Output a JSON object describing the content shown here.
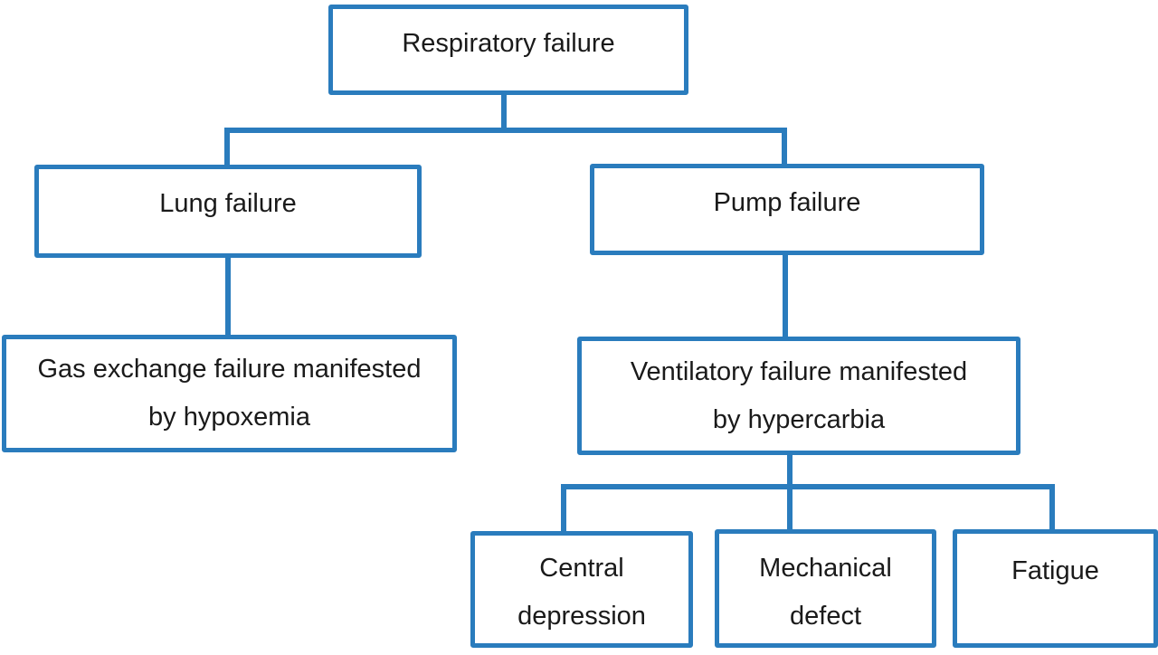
{
  "diagram": {
    "type": "flowchart",
    "accent_color": "#2a7cbd",
    "text_color": "#1a1a1a",
    "background_color": "#ffffff",
    "nodes": {
      "respiratory_failure": {
        "label": "Respiratory failure"
      },
      "lung_failure": {
        "label": "Lung failure"
      },
      "pump_failure": {
        "label": "Pump failure"
      },
      "gas_exchange_failure": {
        "label": "Gas exchange failure manifested by hypoxemia"
      },
      "ventilatory_failure": {
        "label": "Ventilatory failure manifested by hypercarbia"
      },
      "central_depression": {
        "label": "Central depression"
      },
      "mechanical_defect": {
        "label": "Mechanical defect"
      },
      "fatigue": {
        "label": "Fatigue"
      }
    },
    "edges": [
      {
        "from": "respiratory_failure",
        "to": "lung_failure"
      },
      {
        "from": "respiratory_failure",
        "to": "pump_failure"
      },
      {
        "from": "lung_failure",
        "to": "gas_exchange_failure"
      },
      {
        "from": "pump_failure",
        "to": "ventilatory_failure"
      },
      {
        "from": "ventilatory_failure",
        "to": "central_depression"
      },
      {
        "from": "ventilatory_failure",
        "to": "mechanical_defect"
      },
      {
        "from": "ventilatory_failure",
        "to": "fatigue"
      }
    ]
  }
}
